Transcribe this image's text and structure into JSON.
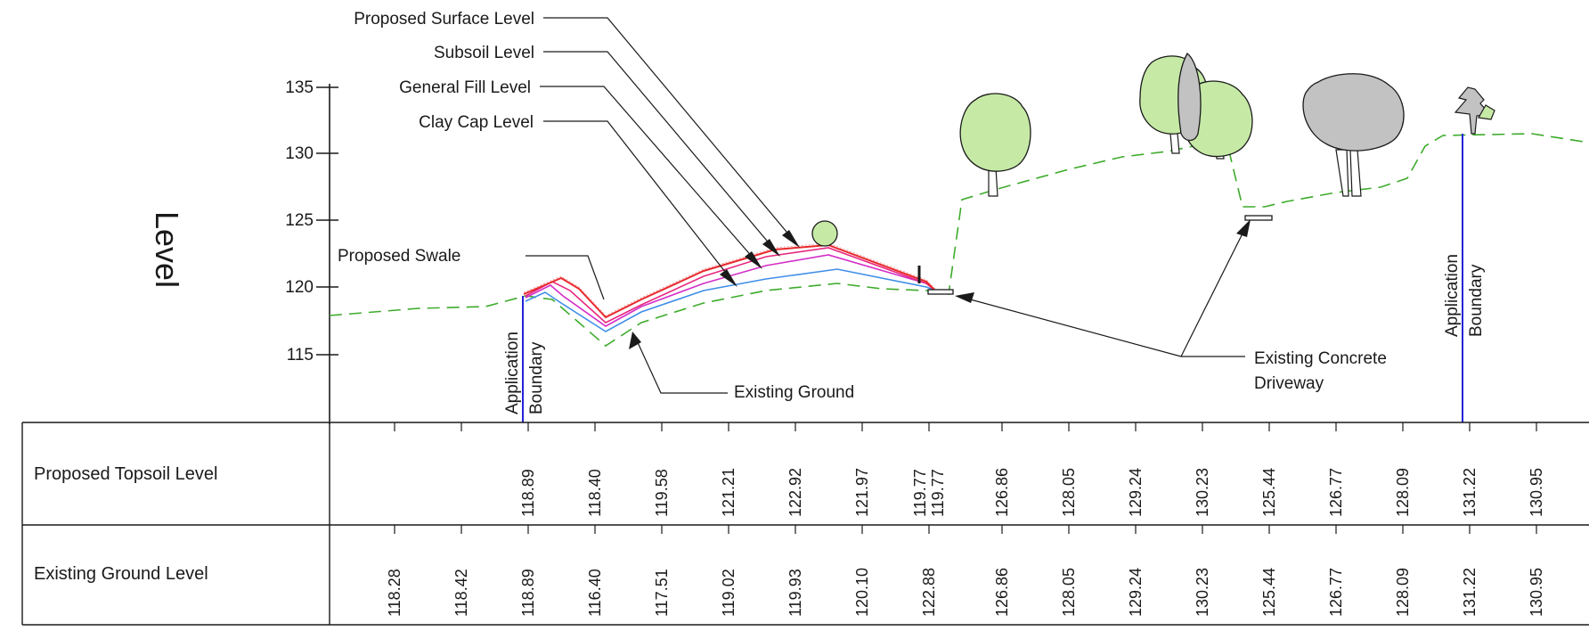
{
  "axis": {
    "ylabel": "Level",
    "yticks": [
      "135",
      "130",
      "125",
      "120",
      "115"
    ]
  },
  "annotations": {
    "proposed_surface": "Proposed Surface Level",
    "subsoil": "Subsoil Level",
    "general_fill": "General Fill Level",
    "clay_cap": "Clay Cap Level",
    "proposed_swale": "Proposed Swale",
    "existing_ground": "Existing Ground",
    "driveway_line1": "Existing Concrete",
    "driveway_line2": "Driveway",
    "boundary_line1": "Application",
    "boundary_line2": "Boundary"
  },
  "table": {
    "rows": [
      {
        "title": "Proposed Topsoil Level",
        "values": [
          "",
          "",
          "118.89",
          "118.40",
          "119.58",
          "121.21",
          "122.92",
          "121.97",
          "119.77\n119.77",
          "126.86",
          "128.05",
          "129.24",
          "130.23",
          "125.44",
          "126.77",
          "128.09",
          "131.22",
          "130.95"
        ]
      },
      {
        "title": "Existing Ground Level",
        "values": [
          "118.28",
          "118.42",
          "118.89",
          "116.40",
          "117.51",
          "119.02",
          "119.93",
          "120.10",
          "122.88",
          "126.86",
          "128.05",
          "129.24",
          "130.23",
          "125.44",
          "126.77",
          "128.09",
          "131.22",
          "130.95"
        ]
      }
    ]
  },
  "colors": {
    "existing_ground": "#3dab2b",
    "proposed_surface": "#e8282b",
    "topsoil": "#e8287f",
    "subsoil": "#d42ec8",
    "clay_cap": "#3f8ee8",
    "boundary": "#2323d8",
    "tree_fill": "#c6eaa6",
    "tree_grey": "#c2c2c2"
  }
}
